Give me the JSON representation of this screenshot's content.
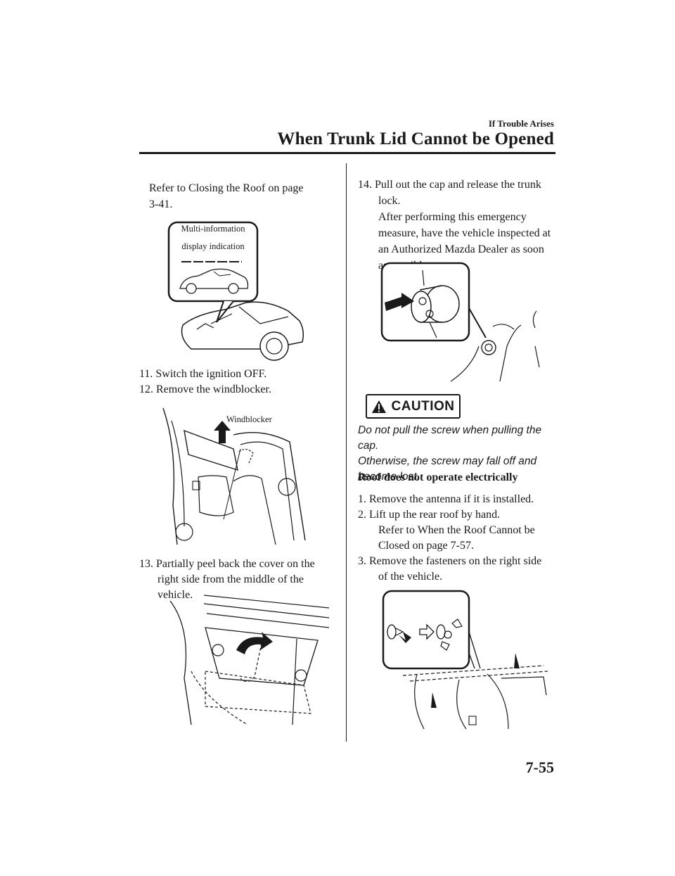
{
  "header": {
    "section": "If Trouble Arises",
    "title": "When Trunk Lid Cannot be Opened"
  },
  "left_column": {
    "intro_line1": "Refer to Closing the Roof on page",
    "intro_line2": "3-41.",
    "fig1_callout_line1": "Multi-information",
    "fig1_callout_line2": "display indication",
    "step11": "11. Switch the ignition OFF.",
    "step12": "12. Remove the windblocker.",
    "fig2_callout": "Windblocker",
    "step13_line1": "13. Partially peel back the cover on the",
    "step13_line2": "right side from the middle of the",
    "step13_line3": "vehicle."
  },
  "right_column": {
    "step14_line1": "14. Pull out the cap and release the trunk",
    "step14_line2": "lock.",
    "step14_line3": "After performing this emergency",
    "step14_line4": "measure, have the vehicle inspected at",
    "step14_line5": "an Authorized Mazda Dealer as soon",
    "step14_line6": "as possible.",
    "caution_label": "CAUTION",
    "caution_line1": "Do not pull the screw when pulling the cap.",
    "caution_line2": "Otherwise, the screw may fall off and",
    "caution_line3": "become lost.",
    "subheading": "Roof does not operate electrically",
    "r1": "1.  Remove the antenna if it is installed.",
    "r2_line1": "2.  Lift up the rear roof by hand.",
    "r2_line2": "Refer to When the Roof Cannot be",
    "r2_line3": "Closed on page 7-57.",
    "r3_line1": "3.  Remove the fasteners on the right side",
    "r3_line2": "of the vehicle."
  },
  "footer": {
    "page_number": "7-55"
  },
  "colors": {
    "text": "#1a1a1a",
    "background": "#ffffff",
    "caution_icon": "#1a1a1a"
  }
}
